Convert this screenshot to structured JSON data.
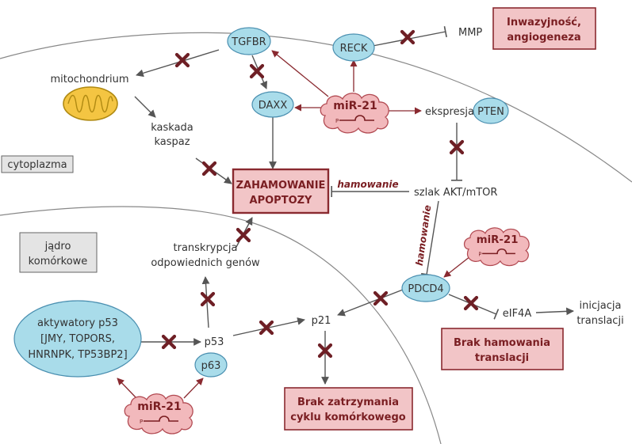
{
  "compartments": {
    "cytoplasm": "cytoplazma",
    "nucleus_line1": "jądro",
    "nucleus_line2": "komórkowe"
  },
  "nodes": {
    "tgfbr": "TGFBR",
    "reck": "RECK",
    "daxx": "DAXX",
    "pten": "PTEN",
    "pdcd4": "PDCD4",
    "p63": "p63",
    "p53_activators_line1": "aktywatory p53",
    "p53_activators_line2": "[JMY, TOPORS,",
    "p53_activators_line3": "HNRNPK, TP53BP2]"
  },
  "mirna": {
    "label": "miR-21",
    "mark": "P"
  },
  "text_labels": {
    "mmp": "MMP",
    "mitochondrium": "mitochondrium",
    "caspase_line1": "kaskada",
    "caspase_line2": "kaspaz",
    "pten_expression": "ekspresja",
    "akt_mtor": "szlak AKT/mTOR",
    "transcription_line1": "transkrypcja",
    "transcription_line2": "odpowiednich genów",
    "p53": "p53",
    "p21": "p21",
    "eif4a": "eIF4A",
    "initiation_line1": "inicjacja",
    "initiation_line2": "translacji",
    "inhibition_horizontal": "hamowanie",
    "inhibition_vertical": "hamowanie"
  },
  "outcomes": {
    "invasion_line1": "Inwazyjność,",
    "invasion_line2": "angiogeneza",
    "apoptosis_line1": "ZAHAMOWANIE",
    "apoptosis_line2": "APOPTOZY",
    "translation_line1": "Brak hamowania",
    "translation_line2": "translacji",
    "cellcycle_line1": "Brak zatrzymania",
    "cellcycle_line2": "cyklu komórkowego"
  },
  "colors": {
    "node_fill": "#a9dcea",
    "node_stroke": "#4a8fb0",
    "mirna_fill": "#f2b9bc",
    "mirna_stroke": "#b24a52",
    "outcome_fill": "#f2c5c7",
    "outcome_stroke": "#8a2a30",
    "outcome_text": "#7a1e22",
    "arrow_dark": "#555555",
    "arrow_red": "#8a2a30",
    "block_mark": "#6e1f25",
    "mito_fill": "#f4c542",
    "mito_stroke": "#b08a12",
    "box_fill": "#e4e4e4"
  }
}
